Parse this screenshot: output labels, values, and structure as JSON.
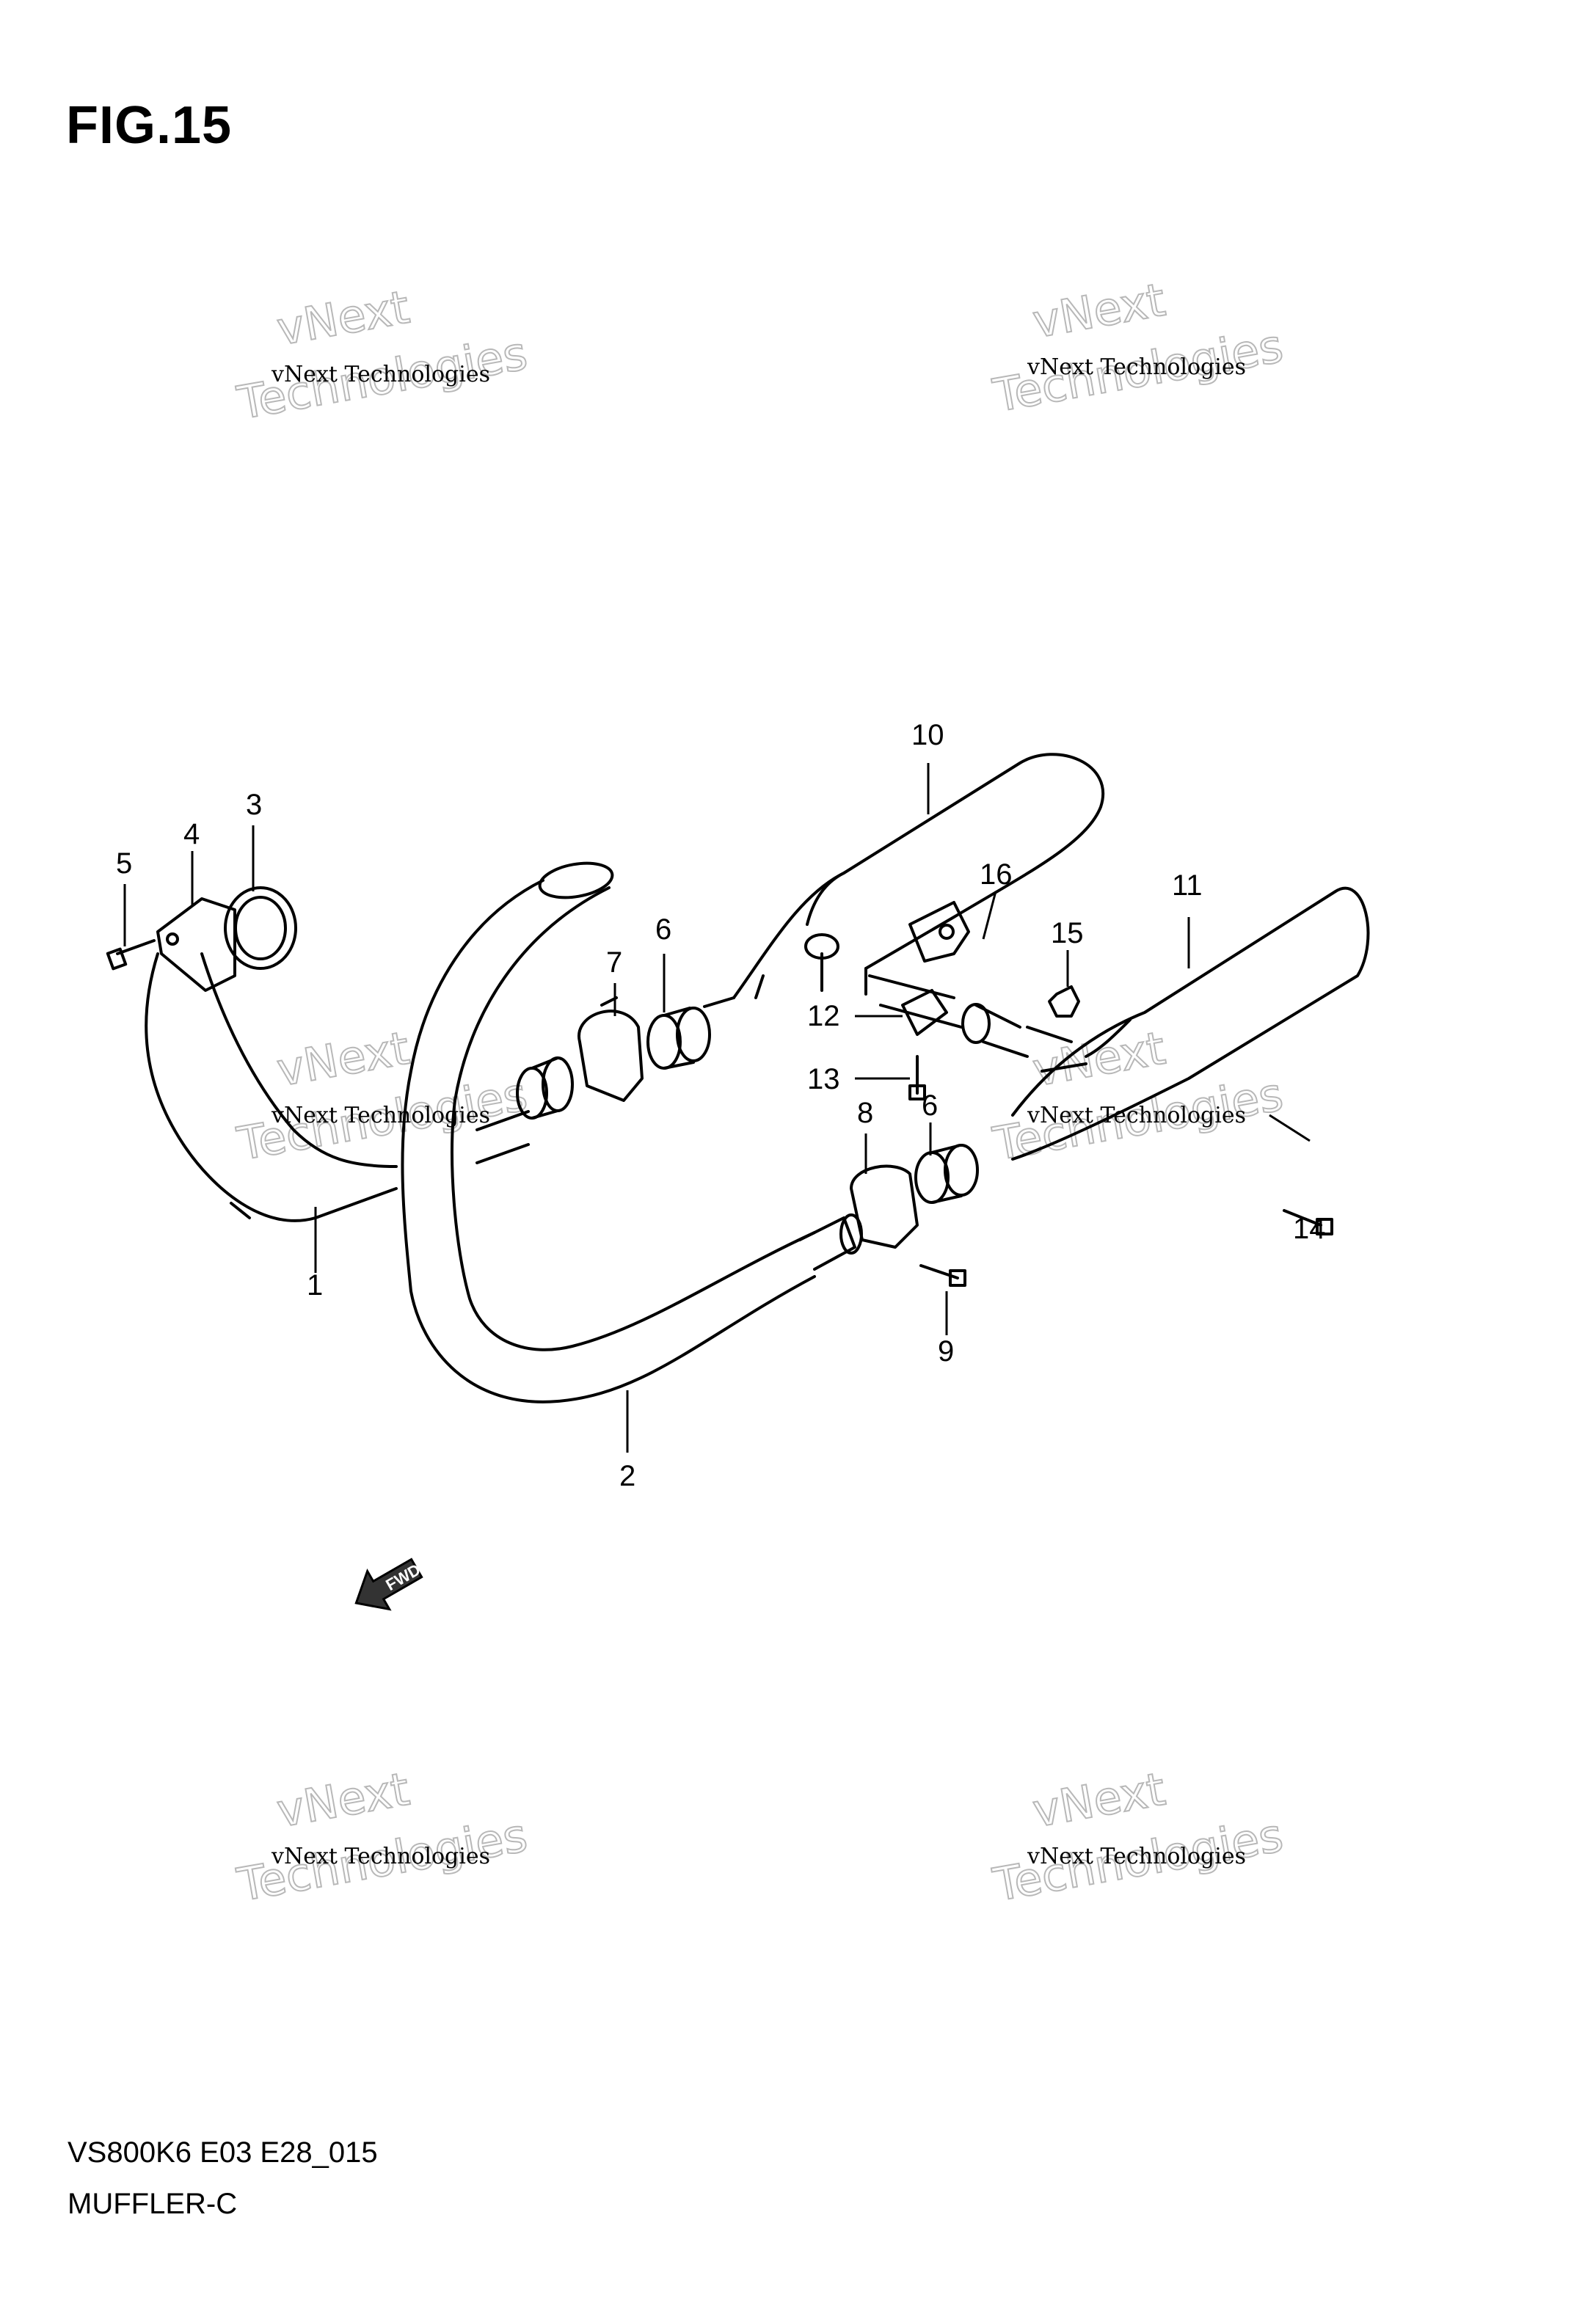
{
  "figure": {
    "title": "FIG.15",
    "code": "VS800K6 E03 E28_015",
    "name": "MUFFLER-C"
  },
  "watermark": {
    "line_small": "vNext Technologies",
    "line_big_1": "vNext",
    "line_big_2": "Technologies"
  },
  "fwd_label": "FWD",
  "callouts": [
    "1",
    "2",
    "3",
    "4",
    "5",
    "6",
    "7",
    "8",
    "6",
    "9",
    "10",
    "11",
    "12",
    "13",
    "14",
    "15",
    "16"
  ]
}
